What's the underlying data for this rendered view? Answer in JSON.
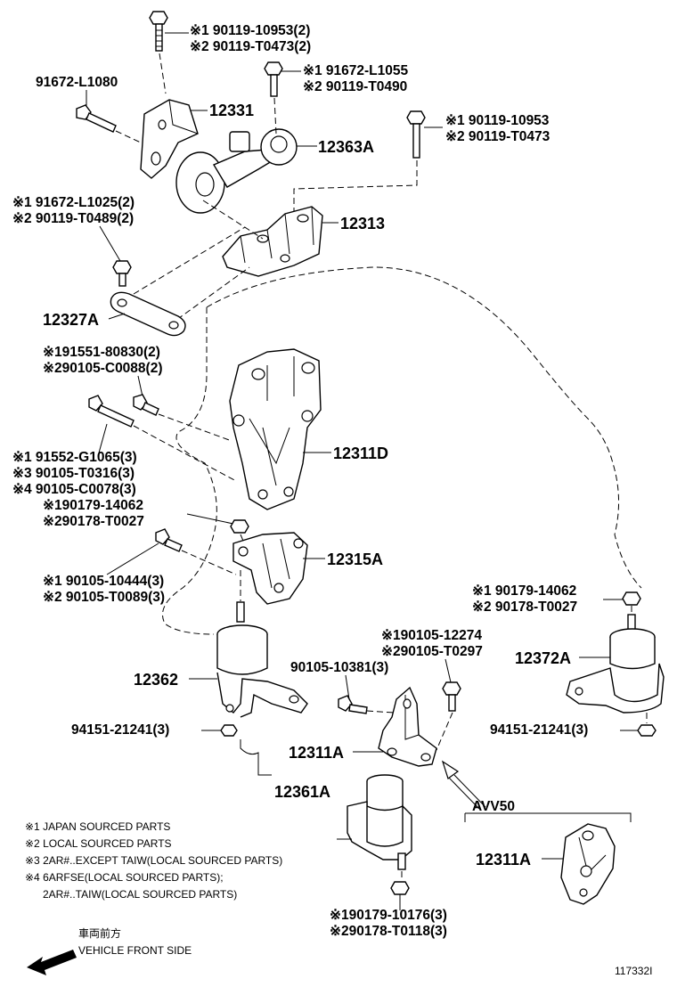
{
  "diagram_id": "117332I",
  "parts": {
    "p12331": "12331",
    "p12363A": "12363A",
    "p12313": "12313",
    "p12327A": "12327A",
    "p12311D": "12311D",
    "p12315A": "12315A",
    "p12362": "12362",
    "p12372A": "12372A",
    "p12311A_main": "12311A",
    "p12361A": "12361A",
    "p12311A_avv": "12311A"
  },
  "bolts": {
    "top_center": [
      "※1 90119-10953(2)",
      "※2 90119-T0473(2)"
    ],
    "left_1080": "91672-L1080",
    "mid_l1055": [
      "※1 91672-L1055",
      "※2 90119-T0490"
    ],
    "right_10953": [
      "※1 90119-10953",
      "※2 90119-T0473"
    ],
    "left_l1025": [
      "※1 91672-L1025(2)",
      "※2 90119-T0489(2)"
    ],
    "left_80830": [
      "※191551-80830(2)",
      "※290105-C0088(2)"
    ],
    "left_g1065": [
      "※1 91552-G1065(3)",
      "※3 90105-T0316(3)",
      "※4 90105-C0078(3)"
    ],
    "nut_14062_a": [
      "※190179-14062",
      "※290178-T0027"
    ],
    "left_10444": [
      "※1 90105-10444(3)",
      "※2 90105-T0089(3)"
    ],
    "right_14062_b": [
      "※1 90179-14062",
      "※2 90178-T0027"
    ],
    "center_12274": [
      "※190105-12274",
      "※290105-T0297"
    ],
    "center_10381": "90105-10381(3)",
    "washer_left": "94151-21241(3)",
    "washer_right": "94151-21241(3)",
    "bottom_10176": [
      "※190179-10176(3)",
      "※290178-T0118(3)"
    ]
  },
  "variant_label": "AVV50",
  "notes": [
    "※1 JAPAN SOURCED PARTS",
    "※2 LOCAL SOURCED PARTS",
    "※3 2AR#..EXCEPT TAIW(LOCAL SOURCED PARTS)",
    "※4 6ARFSE(LOCAL SOURCED PARTS);",
    "2AR#..TAIW(LOCAL SOURCED PARTS)"
  ],
  "direction": {
    "jp_label": "車両前方",
    "en_label": "VEHICLE FRONT SIDE",
    "icon": "arrow-left-icon"
  }
}
